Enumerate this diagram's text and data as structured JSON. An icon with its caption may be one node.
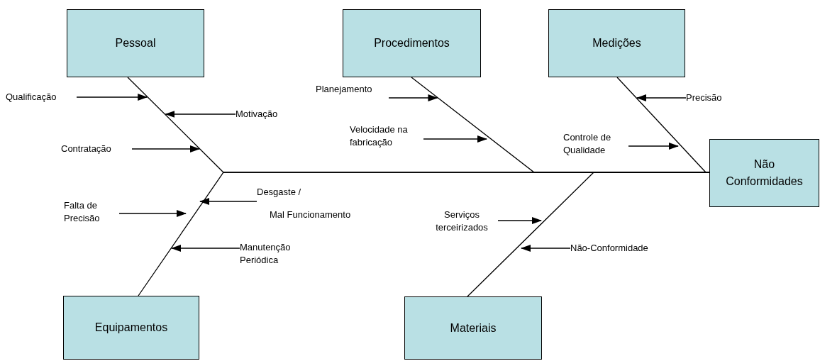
{
  "diagram": {
    "nodes": [
      {
        "text": [
          "Pessoal"
        ]
      },
      {
        "text": [
          "Procedimentos"
        ]
      },
      {
        "text": [
          "Medições"
        ]
      },
      {
        "text": [
          "Qualificação"
        ]
      },
      {
        "text": [
          "Planejamento"
        ]
      },
      {
        "text": [
          "Precisão"
        ]
      },
      {
        "text": [
          "Motivação"
        ]
      },
      {
        "text": [
          "Velocidade na fabricação"
        ]
      },
      {
        "text": [
          "Contratação"
        ]
      },
      {
        "text": [
          "Controle de Qualidade"
        ]
      },
      {
        "text": [
          "Não Conformidades"
        ]
      },
      {
        "text": [
          "Desgaste /",
          "Mal Funcionamento"
        ]
      },
      {
        "text": [
          "Falta de Precisão"
        ]
      },
      {
        "text": [
          "Serviços terceirizados"
        ]
      },
      {
        "text": [
          "Manutenção Periódica"
        ]
      },
      {
        "text": [
          "Não-Conformidade"
        ]
      },
      {
        "text": [
          "Equipamentos"
        ]
      },
      {
        "text": [
          "Materiais"
        ]
      }
    ],
    "edges": [
      {
        "from": 0,
        "to": 10,
        "arrow": "none"
      },
      {
        "from": 1,
        "to": 10,
        "arrow": "none"
      },
      {
        "from": 2,
        "to": 10,
        "arrow": "none"
      },
      {
        "from": 16,
        "to": 10,
        "arrow": "none"
      },
      {
        "from": 17,
        "to": 10,
        "arrow": "none"
      },
      {
        "from": 3,
        "to": 0,
        "arrow": "to"
      },
      {
        "from": 6,
        "to": 0,
        "arrow": "to"
      },
      {
        "from": 8,
        "to": null,
        "arrow": "to"
      },
      {
        "from": 4,
        "to": 1,
        "arrow": "to"
      },
      {
        "from": 7,
        "to": null,
        "arrow": "to"
      },
      {
        "from": 5,
        "to": 2,
        "arrow": "to"
      },
      {
        "from": 9,
        "to": null,
        "arrow": "to"
      },
      {
        "from": 11,
        "to": null,
        "arrow": "to"
      },
      {
        "from": 12,
        "to": null,
        "arrow": "to"
      },
      {
        "from": 14,
        "to": 16,
        "arrow": "to"
      },
      {
        "from": 13,
        "to": null,
        "arrow": "to"
      },
      {
        "from": 15,
        "to": null,
        "arrow": "to"
      }
    ]
  }
}
